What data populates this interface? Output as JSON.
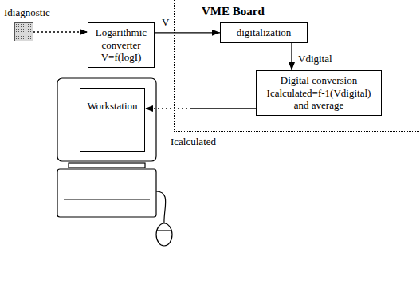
{
  "diagram": {
    "nodes": [
      {
        "text": [
          "Idiagnostic"
        ]
      },
      {
        "text": [
          "Logarithmic converter V=f(logI)"
        ]
      },
      {
        "text": [
          "VME Board"
        ]
      },
      {
        "text": [
          "digitalization"
        ],
        "in": 2
      },
      {
        "text": [
          "Digital conversion Icalculated=f-1(Vdigital) and average"
        ],
        "in": 2
      },
      {
        "text": [
          "Workstation"
        ]
      }
    ],
    "edges": [
      {
        "from": 0,
        "to": 1,
        "arrow": "to"
      },
      {
        "from": 1,
        "to": 3,
        "arrow": "to"
      },
      {
        "from": 3,
        "to": 4,
        "arrow": "to"
      },
      {
        "from": 4,
        "to": 5,
        "arrow": "to"
      }
    ],
    "labels": [
      "V",
      "Vdigital",
      "Icalculated"
    ]
  }
}
